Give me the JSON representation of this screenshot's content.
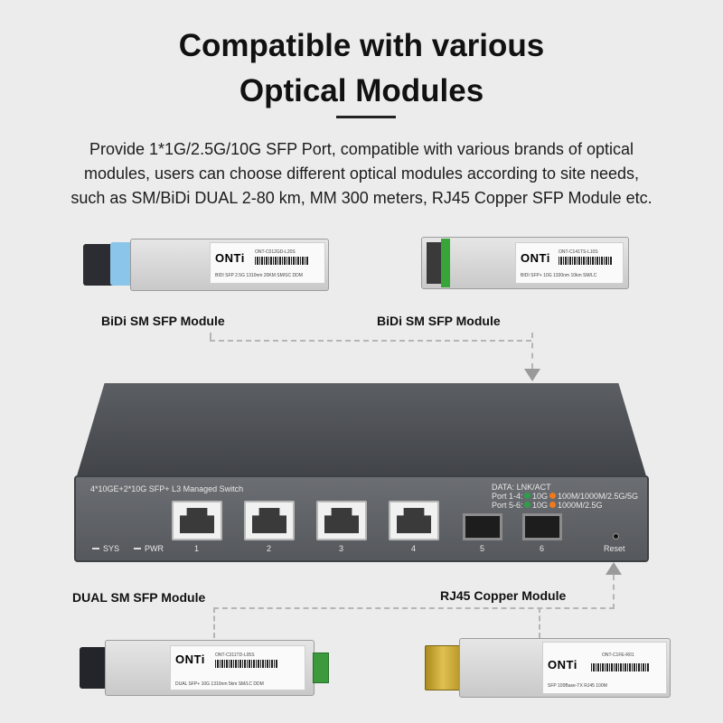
{
  "headline": {
    "line1": "Compatible with various",
    "line2": "Optical Modules"
  },
  "description": {
    "line1": "Provide 1*1G/2.5G/10G SFP Port, compatible with various brands of optical",
    "line2": "modules, users can choose different optical modules according to site needs,",
    "line3": "such as SM/BiDi DUAL 2-80 km, MM 300 meters, RJ45 Copper SFP Module etc."
  },
  "modules": {
    "top_left": {
      "label": "BiDi SM SFP Module",
      "brand": "ONTi",
      "model": "ONT-C012GD-L20S",
      "spec": "BIDI SFP 2.5G 1310nm 20KM SM/SC DDM"
    },
    "top_right": {
      "label": "BiDi SM SFP Module",
      "brand": "ONTi",
      "model": "ONT-C141TS-L10S",
      "spec": "BIDI SFP+ 10G 1330nm 10km SM/LC"
    },
    "bottom_left": {
      "label": "DUAL SM SFP Module",
      "brand": "ONTi",
      "model": "ONT-C311TD-L05S",
      "spec": "DUAL SFP+ 10G 1310nm 5km SM/LC DDM"
    },
    "bottom_right": {
      "label": "RJ45 Copper Module",
      "brand": "ONTi",
      "model": "ONT-C1FE-R01",
      "spec": "SFP 100Base-TX RJ45 100M"
    }
  },
  "switch": {
    "model_text": "4*10GE+2*10G SFP+ L3 Managed Switch",
    "sys": "SYS",
    "pwr": "PWR",
    "legend_title": "DATA: LNK/ACT",
    "legend_row1_ports": "Port 1-4:",
    "legend_row1_green": "10G",
    "legend_row1_orange": "100M/1000M/2.5G/5G",
    "legend_row2_ports": "Port 5-6:",
    "legend_row2_green": "10G",
    "legend_row2_orange": "1000M/2.5G",
    "ports": [
      "1",
      "2",
      "3",
      "4",
      "5",
      "6"
    ],
    "reset": "Reset"
  },
  "colors": {
    "led_green": "#2e9e4a",
    "led_orange": "#f07a1a",
    "background": "#ececec"
  }
}
